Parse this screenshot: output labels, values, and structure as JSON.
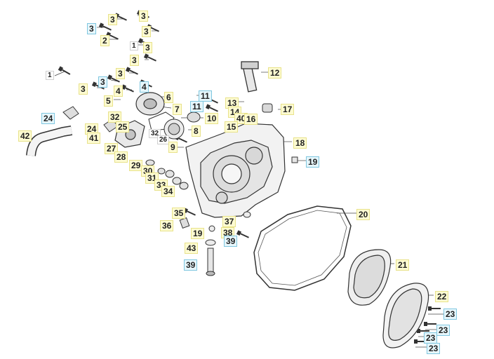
{
  "diagram": {
    "callouts": [
      {
        "id": "c1",
        "text": "3",
        "kind": "y"
      },
      {
        "id": "c2",
        "text": "3",
        "kind": "y"
      },
      {
        "id": "c3",
        "text": "3",
        "kind": "b"
      },
      {
        "id": "c4",
        "text": "3",
        "kind": "y"
      },
      {
        "id": "c5",
        "text": "2",
        "kind": "y"
      },
      {
        "id": "c6",
        "text": "1",
        "kind": "w"
      },
      {
        "id": "c7",
        "text": "3",
        "kind": "y"
      },
      {
        "id": "c8",
        "text": "1",
        "kind": "w"
      },
      {
        "id": "c9",
        "text": "3",
        "kind": "y"
      },
      {
        "id": "c10",
        "text": "3",
        "kind": "y"
      },
      {
        "id": "c11",
        "text": "3",
        "kind": "b"
      },
      {
        "id": "c12",
        "text": "3",
        "kind": "y"
      },
      {
        "id": "c13",
        "text": "4",
        "kind": "y"
      },
      {
        "id": "c14",
        "text": "4",
        "kind": "b"
      },
      {
        "id": "c15",
        "text": "5",
        "kind": "y"
      },
      {
        "id": "c16",
        "text": "6",
        "kind": "y"
      },
      {
        "id": "c17",
        "text": "7",
        "kind": "y"
      },
      {
        "id": "c18",
        "text": "12",
        "kind": "y"
      },
      {
        "id": "c19",
        "text": "11",
        "kind": "b"
      },
      {
        "id": "c20",
        "text": "11",
        "kind": "b"
      },
      {
        "id": "c21",
        "text": "13",
        "kind": "y"
      },
      {
        "id": "c22",
        "text": "14",
        "kind": "y"
      },
      {
        "id": "c23",
        "text": "17",
        "kind": "y"
      },
      {
        "id": "c24",
        "text": "10",
        "kind": "y"
      },
      {
        "id": "c25",
        "text": "40",
        "kind": "y"
      },
      {
        "id": "c26",
        "text": "16",
        "kind": "y"
      },
      {
        "id": "c27",
        "text": "15",
        "kind": "y"
      },
      {
        "id": "c28",
        "text": "32",
        "kind": "y"
      },
      {
        "id": "c29",
        "text": "25",
        "kind": "y"
      },
      {
        "id": "c30",
        "text": "24",
        "kind": "b"
      },
      {
        "id": "c31",
        "text": "24",
        "kind": "y"
      },
      {
        "id": "c32",
        "text": "42",
        "kind": "y"
      },
      {
        "id": "c33",
        "text": "41",
        "kind": "y"
      },
      {
        "id": "c34",
        "text": "27",
        "kind": "y"
      },
      {
        "id": "c35",
        "text": "28",
        "kind": "y"
      },
      {
        "id": "c36",
        "text": "32",
        "kind": "w"
      },
      {
        "id": "c37",
        "text": "26",
        "kind": "w"
      },
      {
        "id": "c38",
        "text": "8",
        "kind": "y"
      },
      {
        "id": "c39",
        "text": "9",
        "kind": "y"
      },
      {
        "id": "c40",
        "text": "18",
        "kind": "y"
      },
      {
        "id": "c41",
        "text": "19",
        "kind": "b"
      },
      {
        "id": "c42",
        "text": "29",
        "kind": "y"
      },
      {
        "id": "c43",
        "text": "30",
        "kind": "y"
      },
      {
        "id": "c44",
        "text": "31",
        "kind": "y"
      },
      {
        "id": "c45",
        "text": "33",
        "kind": "y"
      },
      {
        "id": "c46",
        "text": "34",
        "kind": "y"
      },
      {
        "id": "c47",
        "text": "35",
        "kind": "y"
      },
      {
        "id": "c48",
        "text": "36",
        "kind": "y"
      },
      {
        "id": "c49",
        "text": "37",
        "kind": "y"
      },
      {
        "id": "c50",
        "text": "38",
        "kind": "y"
      },
      {
        "id": "c51",
        "text": "19",
        "kind": "y"
      },
      {
        "id": "c52",
        "text": "39",
        "kind": "b"
      },
      {
        "id": "c53",
        "text": "43",
        "kind": "y"
      },
      {
        "id": "c54",
        "text": "39",
        "kind": "b"
      },
      {
        "id": "c55",
        "text": "20",
        "kind": "y"
      },
      {
        "id": "c56",
        "text": "21",
        "kind": "y"
      },
      {
        "id": "c57",
        "text": "22",
        "kind": "y"
      },
      {
        "id": "c58",
        "text": "23",
        "kind": "b"
      },
      {
        "id": "c59",
        "text": "23",
        "kind": "b"
      },
      {
        "id": "c60",
        "text": "23",
        "kind": "b"
      },
      {
        "id": "c61",
        "text": "23",
        "kind": "b"
      }
    ]
  }
}
